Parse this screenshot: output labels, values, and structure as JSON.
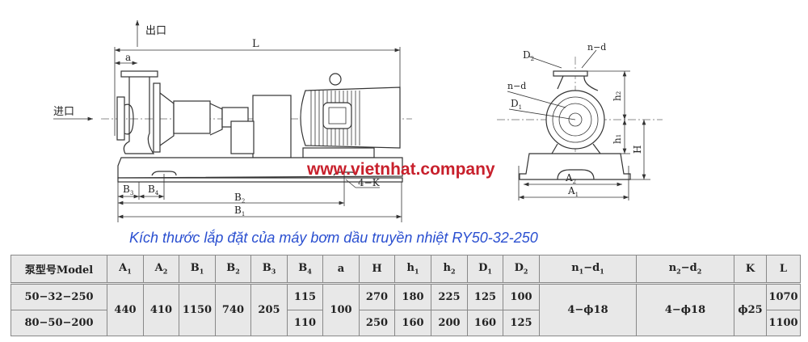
{
  "drawing": {
    "outlet_label": "出口",
    "inlet_label": "进口",
    "side_dims": {
      "L": "L",
      "a": "a",
      "B1": "B",
      "B2": "B",
      "B3": "B",
      "B4": "B",
      "K": "4−K"
    },
    "front_dims": {
      "D1": "D",
      "D2": "D",
      "n1d1": "n−d",
      "n2d2": "n−d",
      "h1": "h",
      "h2": "h",
      "H": "H",
      "A1": "A",
      "A2": "A"
    }
  },
  "watermark": "www.vietnhat.company",
  "caption": "Kích thước lắp đặt của máy bơm dầu truyền nhiệt RY50-32-250",
  "table": {
    "headers": [
      "泵型号Model",
      "A",
      "A",
      "B",
      "B",
      "B",
      "B",
      "a",
      "H",
      "h",
      "h",
      "D",
      "D",
      "n−d",
      "n−d",
      "K",
      "L"
    ],
    "header_subs": [
      "",
      "1",
      "2",
      "1",
      "2",
      "3",
      "4",
      "",
      "",
      "1",
      "2",
      "1",
      "2",
      "1 1",
      "2 2",
      "",
      ""
    ],
    "rows": [
      {
        "model": "50−32−250",
        "A1": "440",
        "A2": "410",
        "B1": "1150",
        "B2": "740",
        "B3": "205",
        "B4": "115",
        "a": "100",
        "H": "270",
        "h1": "180",
        "h2": "225",
        "D1": "125",
        "D2": "100",
        "n1d1": "4−ϕ18",
        "n2d2": "4−ϕ18",
        "K": "ϕ25",
        "L": "1070"
      },
      {
        "model": "80−50−200",
        "B4": "110",
        "H": "250",
        "h1": "160",
        "h2": "200",
        "D1": "160",
        "D2": "125",
        "L": "1100"
      }
    ]
  }
}
